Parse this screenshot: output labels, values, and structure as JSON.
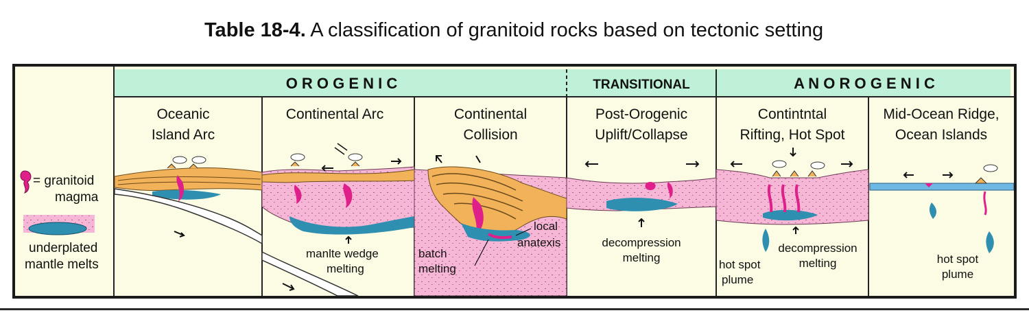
{
  "title": {
    "bold": "Table 18-4.",
    "rest": " A classification of granitoid rocks based on tectonic setting"
  },
  "headers": {
    "orogenic": "O R O G E N I C",
    "transitional": "TRANSITIONAL",
    "anorogenic": "A N O R O G E N I C"
  },
  "settings": [
    {
      "line1": "Oceanic",
      "line2": "Island Arc"
    },
    {
      "line1": "Continental Arc",
      "line2": ""
    },
    {
      "line1": "Continental",
      "line2": "Collision"
    },
    {
      "line1": "Post-Orogenic",
      "line2": "Uplift/Collapse"
    },
    {
      "line1": "Contintntal",
      "line2": "Rifting, Hot Spot"
    },
    {
      "line1": "Mid-Ocean Ridge,",
      "line2": "Ocean Islands"
    }
  ],
  "legend": {
    "magma_line1": "= granitoid",
    "magma_line2": "magma",
    "underplate_line1": "underplated",
    "underplate_line2": "mantle melts"
  },
  "annotations": {
    "wedge_line1": "manlte wedge",
    "wedge_line2": "melting",
    "batch_line1": "batch",
    "batch_line2": "melting",
    "local_line1": "local",
    "local_line2": "anatexis",
    "decomp1_line1": "decompression",
    "decomp1_line2": "melting",
    "decomp2_line1": "decompression",
    "decomp2_line2": "melting",
    "hotspot1_line1": "hot spot",
    "hotspot1_line2": "plume",
    "hotspot2_line1": "hot spot",
    "hotspot2_line2": "plume"
  },
  "colors": {
    "header_bg": "#bff0d8",
    "panel_bg": "#fcfbe3",
    "crust_pink": "#f6b6d6",
    "sediment_orange": "#f1b25a",
    "magma_magenta": "#e0208a",
    "underplate_blue": "#2f8fb0",
    "ocean_blue": "#6fb8e4"
  }
}
